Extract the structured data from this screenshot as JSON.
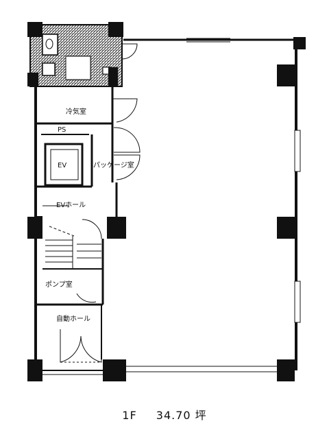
{
  "floor_plan": {
    "rooms": {
      "entrance": "冷気室",
      "elevator": "EV",
      "pipe_space": "PS",
      "storage": "パッケージ室",
      "elevator_hall": "EVホール",
      "pump_room": "ポンプ室",
      "hall": "自動ホール"
    }
  },
  "caption": {
    "floor": "1F",
    "area": "34.70 坪"
  }
}
